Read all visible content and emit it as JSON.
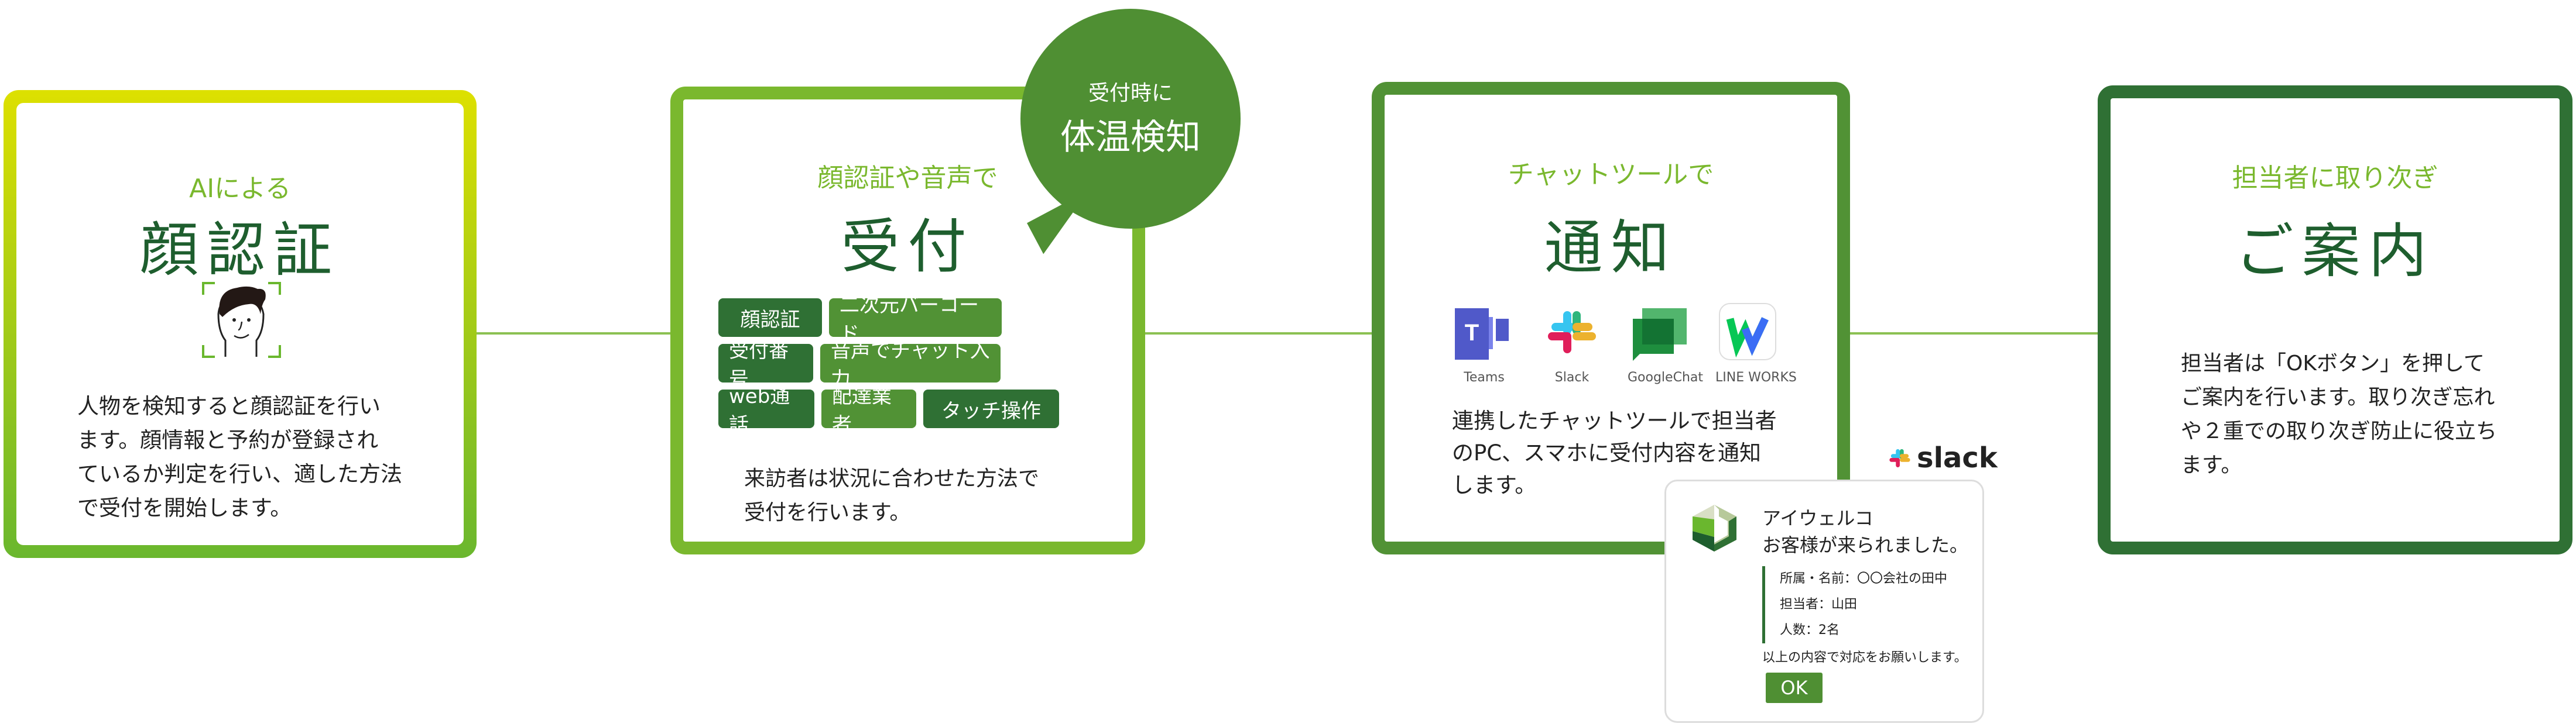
{
  "steps": [
    {
      "subtitle": "AIによる",
      "title": "顔認証",
      "body": "人物を検知すると顔認証を行い\nます。顔情報と予約が登録され\nているか判定を行い、適した方法\nで受付を開始します。"
    },
    {
      "subtitle": "顔認証や音声で",
      "title": "受付",
      "tags": [
        "顔認証",
        "二次元バーコード",
        "受付番号",
        "音声でチャット入力",
        "web通話",
        "配達業者",
        "タッチ操作"
      ],
      "body": "来訪者は状況に合わせた方法で\n受付を行います。",
      "bubble": {
        "line1": "受付時に",
        "line2": "体温検知"
      }
    },
    {
      "subtitle": "チャットツールで",
      "title": "通知",
      "tools": [
        "Teams",
        "Slack",
        "GoogleChat",
        "LINE WORKS"
      ],
      "body": "連携したチャットツールで担当者\nのPC、スマホに受付内容を通知\nします。"
    },
    {
      "subtitle": "担当者に取り次ぎ",
      "title": "ご案内",
      "body": "担当者は「OKボタン」を押して\nご案内を行います。取り次ぎ忘れ\nや２重での取り次ぎ防止に役立ち\nます。"
    }
  ],
  "popup": {
    "brand": "slack",
    "sender": "アイウェルコ",
    "message": "お客様が来られました。",
    "details": [
      "所属・名前：〇〇会社の田中",
      "担当者：山田",
      "人数：2名"
    ],
    "footer": "以上の内容で対応をお願いします。",
    "ok_label": "OK"
  },
  "colors": {
    "dark": "#2f7034",
    "mid": "#519235",
    "light": "#7ab82e"
  }
}
